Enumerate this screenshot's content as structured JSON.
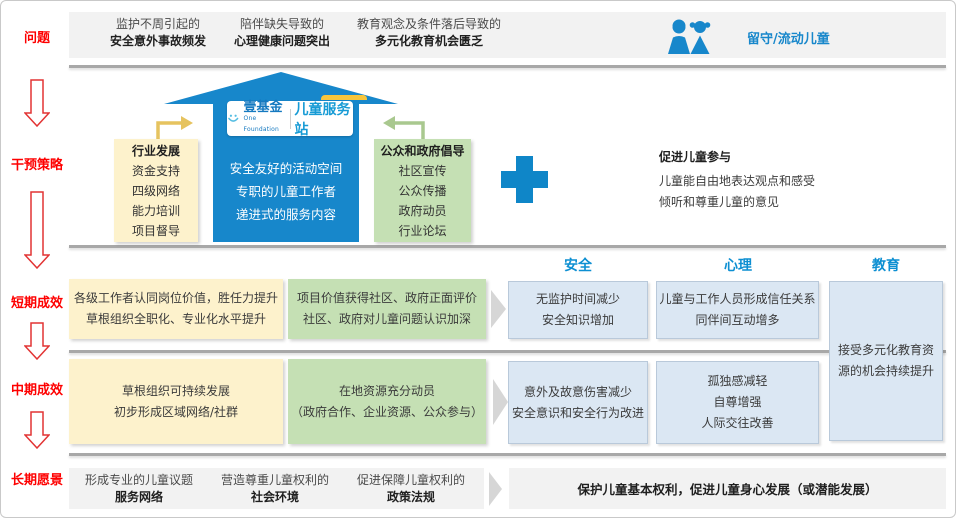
{
  "left_rail": {
    "labels": [
      "问题",
      "干预策略",
      "短期成效",
      "中期成效",
      "长期愿景"
    ]
  },
  "problems": {
    "items": [
      {
        "line1": "监护不周引起的",
        "line2": "安全意外事故频发"
      },
      {
        "line1": "陪伴缺失导致的",
        "line2": "心理健康问题突出"
      },
      {
        "line1": "教育观念及条件落后导致的",
        "line2": "多元化教育机会匮乏"
      }
    ],
    "target_label": "留守/流动儿童"
  },
  "strategy": {
    "industry": {
      "title": "行业发展",
      "items": [
        "资金支持",
        "四级网络",
        "能力培训",
        "项目督导"
      ]
    },
    "station": {
      "logo_brand": "壹基金",
      "logo_brand_sub": "One Foundation",
      "logo_product": "儿童服务站",
      "lines": [
        "安全友好的活动空间",
        "专职的儿童工作者",
        "递进式的服务内容"
      ]
    },
    "advocacy": {
      "title": "公众和政府倡导",
      "items": [
        "社区宣传",
        "公众传播",
        "政府动员",
        "行业论坛"
      ]
    },
    "participation": {
      "title": "促进儿童参与",
      "lines": [
        "儿童能自由地表达观点和感受",
        "倾听和尊重儿童的意见"
      ]
    }
  },
  "columns": {
    "headers": [
      "安全",
      "心理",
      "教育"
    ]
  },
  "short_term": {
    "org": [
      "各级工作者认同岗位价值，胜任力提升",
      "草根组织全职化、专业化水平提升"
    ],
    "advocacy": [
      "项目价值获得社区、政府正面评价",
      "社区、政府对儿童问题认识加深"
    ],
    "safety": [
      "无监护时间减少",
      "安全知识增加"
    ],
    "psychology": [
      "儿童与工作人员形成信任关系",
      "同伴间互动增多"
    ]
  },
  "mid_term": {
    "org": [
      "草根组织可持续发展",
      "初步形成区域网络/社群"
    ],
    "advocacy": [
      "在地资源充分动员",
      "（政府合作、企业资源、公众参与）"
    ],
    "safety": [
      "意外及故意伤害减少",
      "安全意识和安全行为改进"
    ],
    "psychology": [
      "孤独感减轻",
      "自尊增强",
      "人际交往改善"
    ]
  },
  "education_box": "接受多元化教育资源的机会持续提升",
  "long_term": {
    "items": [
      {
        "line1": "形成专业的儿童议题",
        "line2": "服务网络"
      },
      {
        "line1": "营造尊重儿童权利的",
        "line2": "社会环境"
      },
      {
        "line1": "促进保障儿童权利的",
        "line2": "政策法规"
      }
    ],
    "result": "保护儿童基本权利，促进儿童身心发展（或潜能发展）"
  },
  "colors": {
    "brand_blue": "#1787cb",
    "header_blue": "#0d8fd2",
    "label_red": "#fe0000",
    "yellow_box": "#fdf2cc",
    "green_box": "#c5e0b4",
    "blue_box": "#dbe7f3",
    "gray_box": "#f2f2f2",
    "logo_yellow": "#f7c53c"
  }
}
